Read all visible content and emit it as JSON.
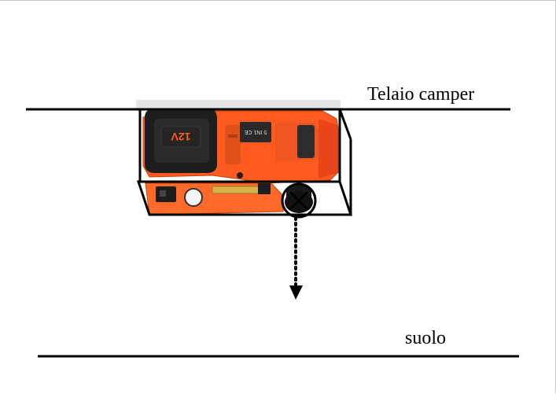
{
  "diagram": {
    "labels": {
      "chassis": "Telaio camper",
      "ground": "suolo"
    },
    "jack": {
      "voltage_label": "12V",
      "model_label": "5 IN1 CE"
    },
    "colors": {
      "jack_body": "#ff5a1f",
      "jack_dark": "#1e1e1e",
      "line": "#000000",
      "chassis_band": "#e6e6e6"
    },
    "icons": {
      "arrow": "dotted-down-arrow"
    }
  }
}
